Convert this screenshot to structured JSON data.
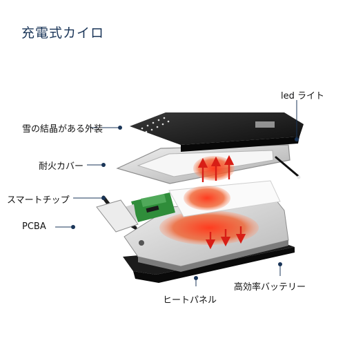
{
  "title": "充電式カイロ",
  "labels": {
    "led_light": "led ライト",
    "shell": "雪の結晶がある外装",
    "fire_cover": "耐火カバー",
    "smart_chip": "スマートチップ",
    "pcba": "PCBA",
    "battery": "高効率バッテリー",
    "heat_panel": "ヒートパネル"
  },
  "colors": {
    "title": "#1a3558",
    "callout_dot": "#1a3558",
    "heat": "#e8281e"
  }
}
